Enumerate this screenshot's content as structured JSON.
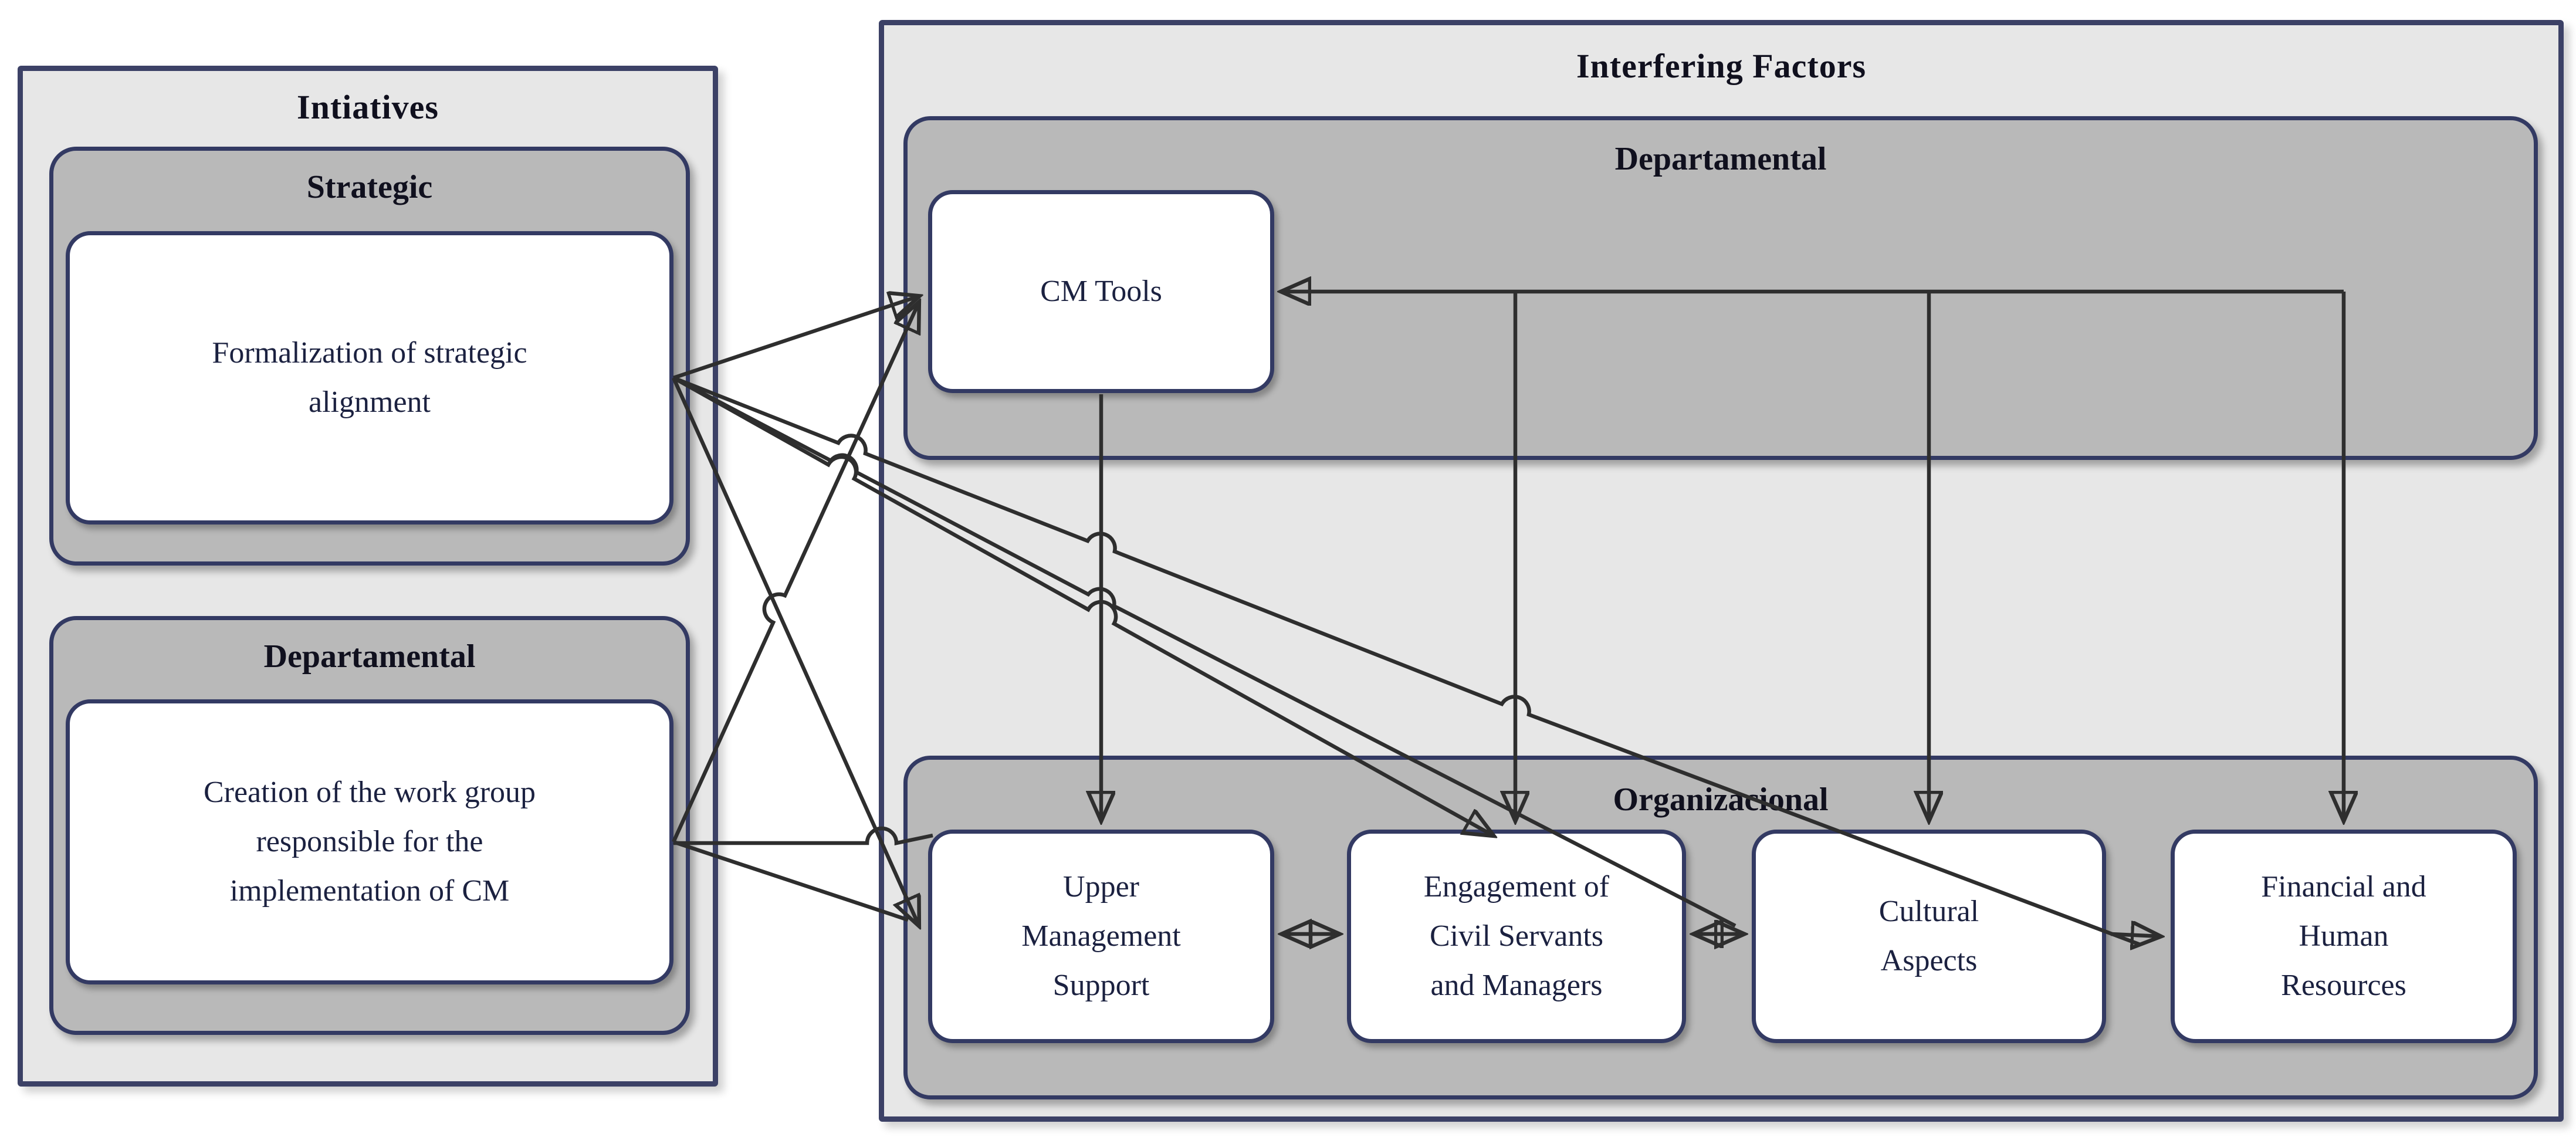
{
  "colors": {
    "outer_panel_fill": "#e7e7e7",
    "subpanel_fill": "#b9b9b9",
    "box_fill": "#ffffff",
    "border_navy": "#333a63",
    "arrow": "#2e2e2e",
    "title_text": "#10101e",
    "box_text": "#1b2140"
  },
  "initiatives": {
    "title": "Intiatives",
    "strategic": {
      "title": "Strategic",
      "lines": [
        "Formalization of strategic",
        "alignment"
      ]
    },
    "departamental": {
      "title": "Departamental",
      "lines": [
        "Creation of the work group",
        "responsible for the",
        "implementation of CM"
      ]
    }
  },
  "interfering": {
    "title": "Interfering Factors",
    "departamental": {
      "title": "Departamental",
      "cm_tools": "CM Tools"
    },
    "organizacional": {
      "title": "Organizacional",
      "upper_management": {
        "lines": [
          "Upper",
          "Management",
          "Support"
        ]
      },
      "engagement": {
        "lines": [
          "Engagement of",
          "Civil Servants",
          "and Managers"
        ]
      },
      "cultural": {
        "lines": [
          "Cultural",
          "Aspects"
        ]
      },
      "financial": {
        "lines": [
          "Financial and",
          "Human",
          "Resources"
        ]
      }
    }
  },
  "connections": [
    {
      "from": "Formalization of strategic alignment",
      "to": "CM Tools",
      "type": "arrow"
    },
    {
      "from": "Formalization of strategic alignment",
      "to": "Upper Management Support",
      "type": "arrow"
    },
    {
      "from": "Formalization of strategic alignment",
      "to": "Engagement of Civil Servants and Managers",
      "type": "arrow"
    },
    {
      "from": "Formalization of strategic alignment",
      "to": "Cultural Aspects",
      "type": "arrow"
    },
    {
      "from": "Formalization of strategic alignment",
      "to": "Financial and Human Resources",
      "type": "arrow"
    },
    {
      "from": "Creation of the work group responsible for the implementation of CM",
      "to": "CM Tools",
      "type": "arrow"
    },
    {
      "from": "Creation of the work group responsible for the implementation of CM",
      "to": "Upper Management Support",
      "type": "arrow"
    },
    {
      "from": "CM Tools",
      "to": "Upper Management Support",
      "type": "arrow"
    },
    {
      "from": "feedback bus",
      "to": "CM Tools",
      "type": "arrow"
    },
    {
      "from": "feedback bus",
      "to": "Engagement of Civil Servants and Managers",
      "type": "arrow"
    },
    {
      "from": "feedback bus",
      "to": "Cultural Aspects",
      "type": "arrow"
    },
    {
      "from": "feedback bus",
      "to": "Financial and Human Resources",
      "type": "arrow"
    },
    {
      "from": "Upper Management Support",
      "to": "Engagement of Civil Servants and Managers",
      "type": "double-arrow"
    },
    {
      "from": "Engagement of Civil Servants and Managers",
      "to": "Cultural Aspects",
      "type": "double-arrow"
    },
    {
      "from": "Cultural Aspects",
      "to": "Financial and Human Resources",
      "type": "arrow"
    }
  ]
}
